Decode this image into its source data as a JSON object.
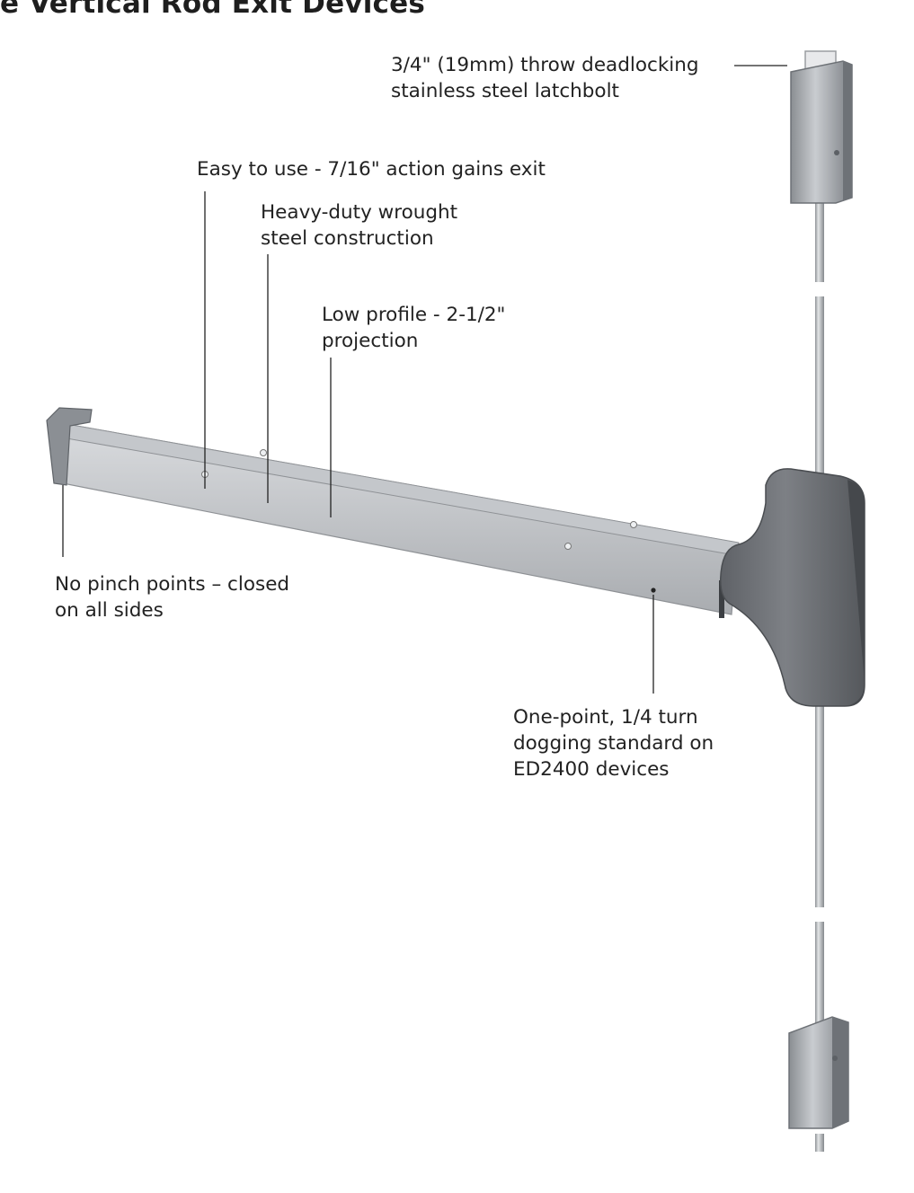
{
  "title": "e Vertical Rod Exit Devices",
  "callouts": {
    "latchbolt": [
      "3/4\" (19mm) throw deadlocking",
      "stainless steel latchbolt"
    ],
    "action": [
      "Easy to use - 7/16\" action gains exit"
    ],
    "construction": [
      "Heavy-duty wrought",
      "steel construction"
    ],
    "profile": [
      "Low profile - 2-1/2\"",
      "projection"
    ],
    "pinch": [
      "No pinch points – closed",
      "on all sides"
    ],
    "dogging": [
      "One-point, 1/4 turn",
      "dogging standard on",
      "ED2400 devices"
    ]
  },
  "colors": {
    "bar": "#b9bcc0",
    "bar_top": "#cfd2d5",
    "housing": "#707378",
    "latch_body": "#9a9ea3",
    "rod": "#a7abaf",
    "leader": "#222222"
  }
}
